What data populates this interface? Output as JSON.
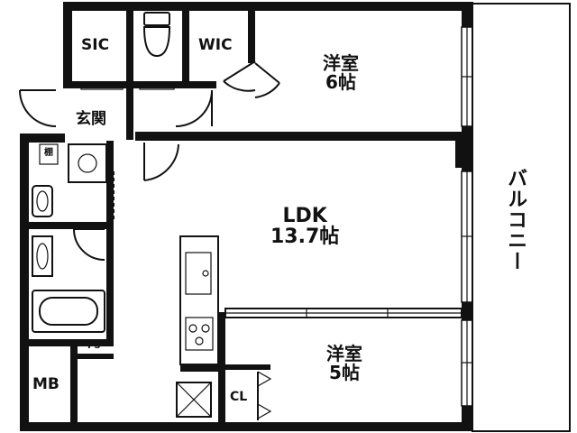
{
  "floorplan": {
    "rooms": {
      "sic": {
        "label": "SIC"
      },
      "wic": {
        "label": "WIC"
      },
      "western_room_1": {
        "name": "洋室",
        "size": "6帖"
      },
      "entrance": {
        "label": "玄関"
      },
      "ldk": {
        "name": "LDK",
        "size": "13.7帖"
      },
      "western_room_2": {
        "name": "洋室",
        "size": "5帖"
      },
      "balcony": {
        "label": "バルコニー"
      },
      "mb": {
        "label": "MB"
      },
      "cl": {
        "label": "CL"
      },
      "ps": {
        "label": "PS"
      },
      "shelf": {
        "label": "棚"
      }
    },
    "colors": {
      "wall": "#111111",
      "background": "#ffffff"
    }
  }
}
